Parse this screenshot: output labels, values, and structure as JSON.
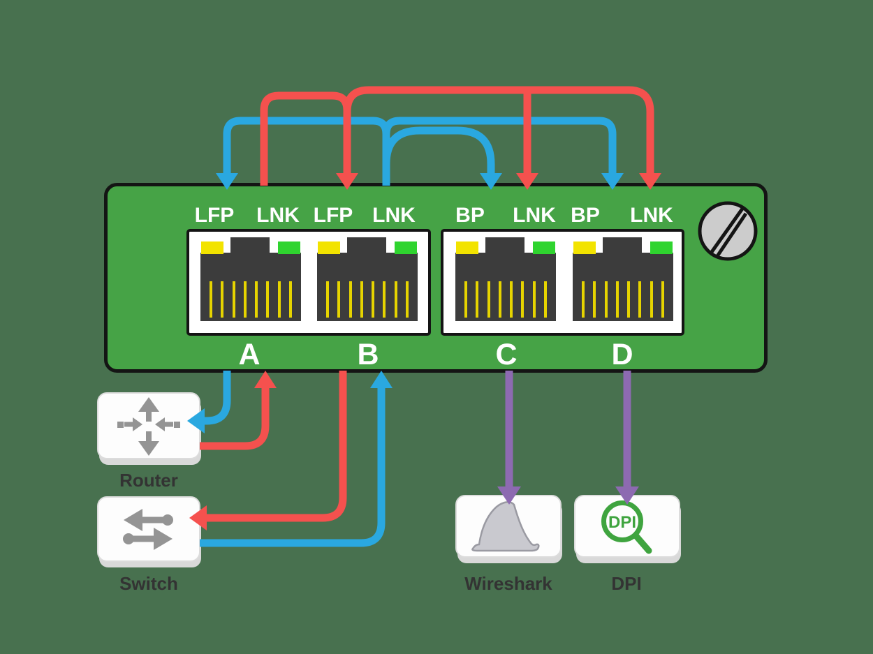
{
  "diagram": {
    "kind": "network-tap-wiring-diagram"
  },
  "colors": {
    "background": "#48714F",
    "tap_body_green": "#46A346",
    "outline_black": "#141414",
    "module_white": "#FFFFFF",
    "jack_dark": "#3C3C3C",
    "led_yellow": "#F2E300",
    "led_green": "#2FD42F",
    "pin_yellow": "#E6D400",
    "flow_red": "#F5514E",
    "flow_blue": "#2AA8E0",
    "monitor_purple": "#8D6AB1",
    "icon_gray": "#949494",
    "screw_gray": "#CCCCCC",
    "label_dark": "#333333",
    "dpi_green": "#3FA43F"
  },
  "tap": {
    "ports": [
      {
        "letter": "A",
        "indicators": [
          "LFP",
          "LNK"
        ]
      },
      {
        "letter": "B",
        "indicators": [
          "LFP",
          "LNK"
        ]
      },
      {
        "letter": "C",
        "indicators": [
          "BP",
          "LNK"
        ]
      },
      {
        "letter": "D",
        "indicators": [
          "BP",
          "LNK"
        ]
      }
    ]
  },
  "nodes": {
    "router": {
      "label": "Router"
    },
    "switch": {
      "label": "Switch"
    },
    "wireshark": {
      "label": "Wireshark"
    },
    "dpi": {
      "label": "DPI",
      "icon_text": "DPI"
    }
  },
  "connections": [
    {
      "color": "red",
      "from": "Port A LNK",
      "to": "Port B LFP"
    },
    {
      "color": "red",
      "from": "Port A LNK",
      "to": "Port C LNK"
    },
    {
      "color": "red",
      "from": "Port A LNK",
      "to": "Port D LNK"
    },
    {
      "color": "blue",
      "from": "Port B LNK",
      "to": "Port A LFP"
    },
    {
      "color": "blue",
      "from": "Port B LNK",
      "to": "Port C BP"
    },
    {
      "color": "blue",
      "from": "Port B LNK",
      "to": "Port D BP"
    },
    {
      "color": "blue",
      "from": "Port A",
      "to": "Router"
    },
    {
      "color": "red",
      "from": "Router",
      "to": "Port A"
    },
    {
      "color": "red",
      "from": "Port B",
      "to": "Switch"
    },
    {
      "color": "blue",
      "from": "Switch",
      "to": "Port B"
    },
    {
      "color": "purple",
      "from": "Port C",
      "to": "Wireshark"
    },
    {
      "color": "purple",
      "from": "Port D",
      "to": "DPI"
    }
  ]
}
